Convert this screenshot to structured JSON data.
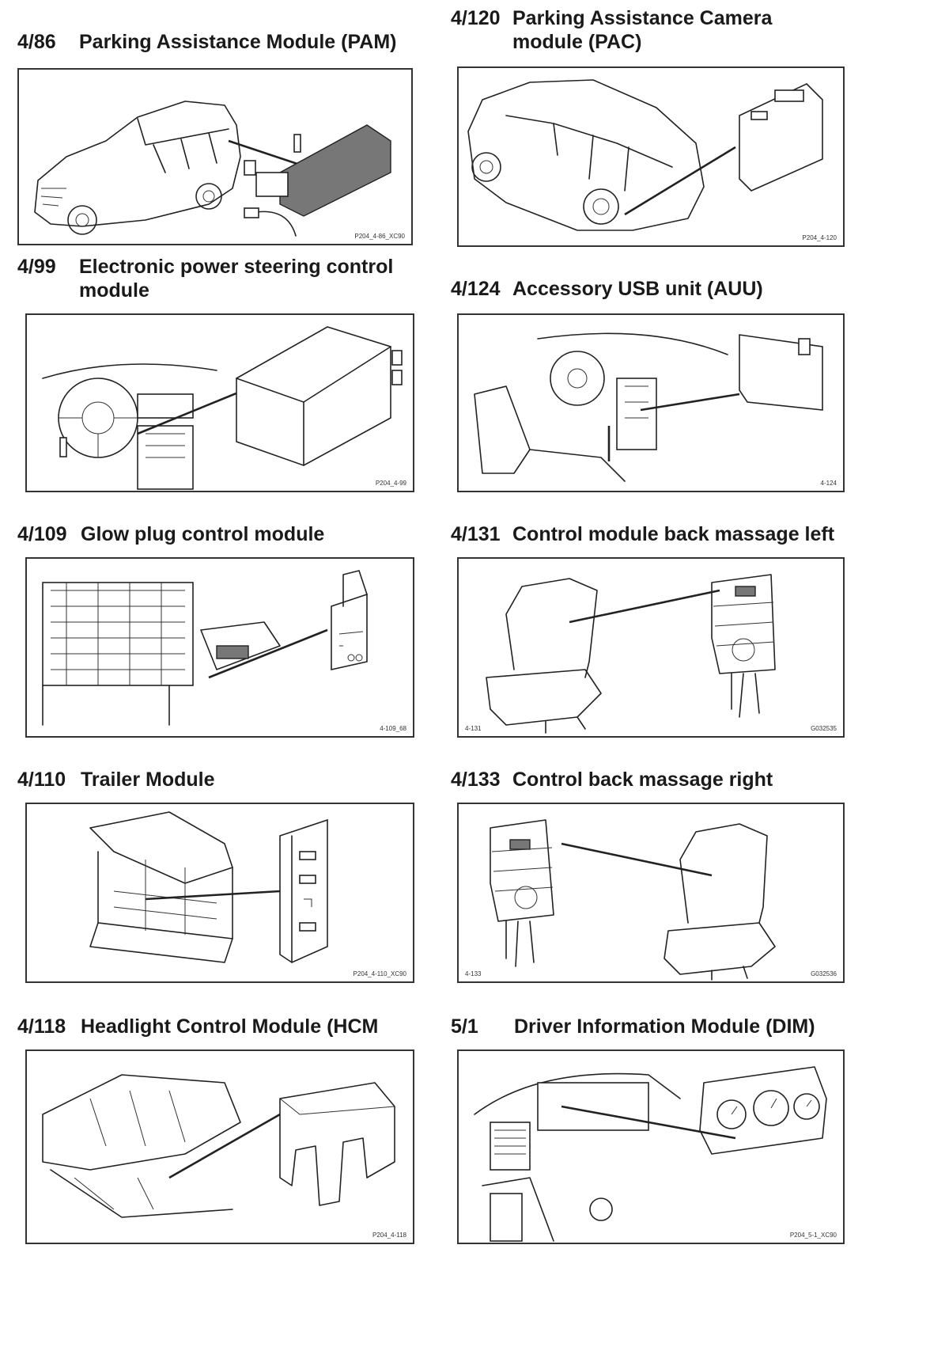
{
  "entries": [
    {
      "code": "4/86",
      "title": "Parking Assistance Module (PAM)",
      "ref": "P204_4-86_XC90"
    },
    {
      "code": "4/120",
      "title": "Parking Assistance Camera module (PAC)",
      "ref": "P204_4-120"
    },
    {
      "code": "4/99",
      "title": "Electronic power steering control module",
      "ref": "P204_4-99"
    },
    {
      "code": "4/124",
      "title": "Accessory USB unit (AUU)",
      "ref": "4-124"
    },
    {
      "code": "4/109",
      "title": "Glow plug control module",
      "ref": "4-109_68"
    },
    {
      "code": "4/131",
      "title": "Control module back massage left",
      "ref": "G032535",
      "ref_left": "4-131"
    },
    {
      "code": "4/110",
      "title": "Trailer Module",
      "ref": "P204_4-110_XC90"
    },
    {
      "code": "4/133",
      "title": "Control back massage right",
      "ref": "G032536",
      "ref_left": "4-133"
    },
    {
      "code": "4/118",
      "title": "Headlight Control Module (HCM",
      "ref": "P204_4-118"
    },
    {
      "code": "5/1",
      "title": "Driver Information Module (DIM)",
      "ref": "P204_5-1_XC90"
    }
  ]
}
